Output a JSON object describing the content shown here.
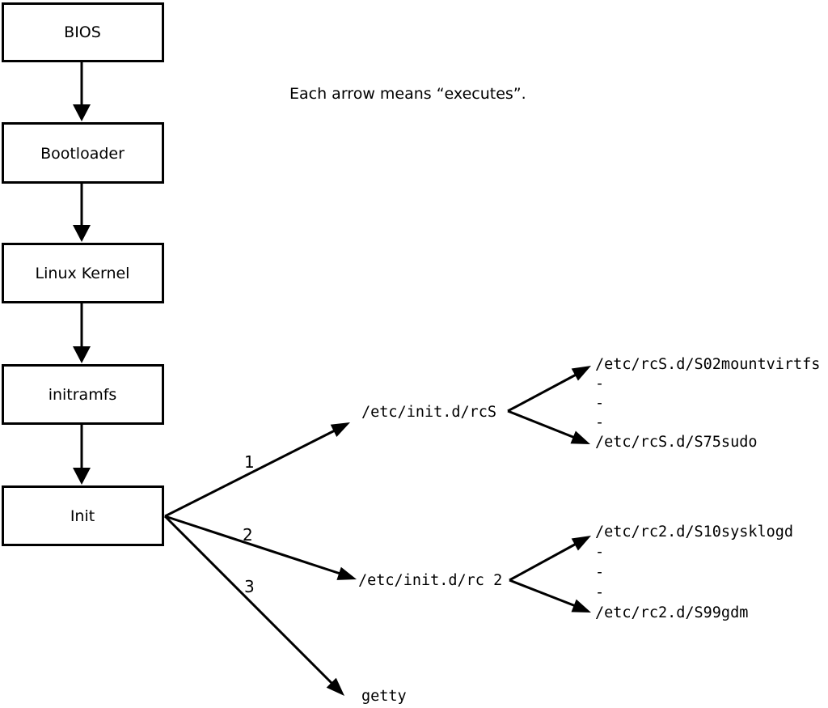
{
  "diagram": {
    "caption": "Each arrow means “executes”.",
    "boot_chain": [
      {
        "label": "BIOS"
      },
      {
        "label": "Bootloader"
      },
      {
        "label": "Linux Kernel"
      },
      {
        "label": "initramfs"
      },
      {
        "label": "Init"
      }
    ],
    "init_children": [
      {
        "order": "1",
        "label": "/etc/init.d/rcS"
      },
      {
        "order": "2",
        "label": "/etc/init.d/rc 2"
      },
      {
        "order": "3",
        "label": "getty"
      }
    ],
    "rcS_scripts": [
      "/etc/rcS.d/S02mountvirtfs",
      "-",
      "-",
      "-",
      "/etc/rcS.d/S75sudo"
    ],
    "rc2_scripts": [
      "/etc/rc2.d/S10sysklogd",
      "-",
      "-",
      "-",
      "/etc/rc2.d/S99gdm"
    ],
    "colors": {
      "ink": "#000000",
      "paper": "#ffffff"
    }
  }
}
